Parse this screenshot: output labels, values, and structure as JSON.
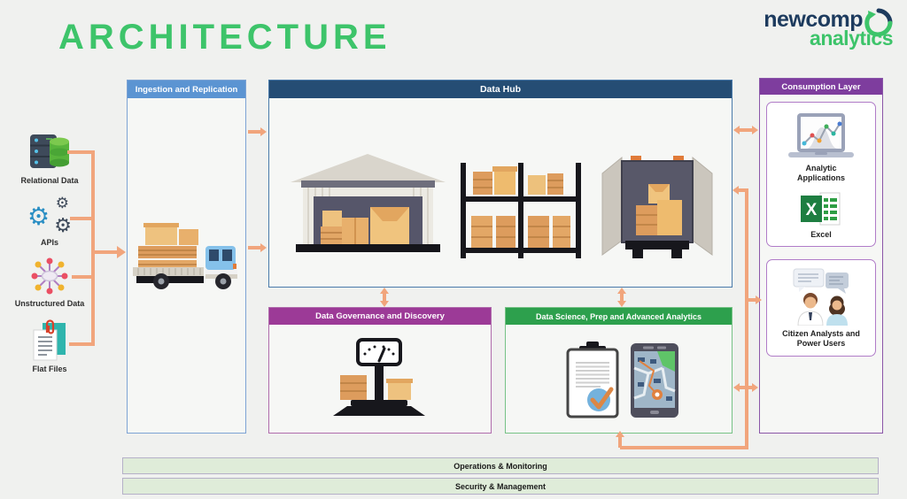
{
  "title": "ARCHITECTURE",
  "logo": {
    "line1": "newcomp",
    "line2": "analytics"
  },
  "sources": {
    "items": [
      {
        "label": "Relational Data",
        "icon": "database-server-icon"
      },
      {
        "label": "APIs",
        "icon": "gears-icon"
      },
      {
        "label": "Unstructured Data",
        "icon": "network-nodes-icon"
      },
      {
        "label": "Flat Files",
        "icon": "documents-paperclip-icon"
      }
    ]
  },
  "boxes": {
    "ingestion": {
      "header": "Ingestion and Replication",
      "header_color": "#5b94d2",
      "icon": "delivery-truck-icon"
    },
    "data_hub": {
      "header": "Data Hub",
      "header_color": "#254d74",
      "icons": [
        "warehouse-icon",
        "storage-shelves-icon",
        "open-truck-icon"
      ]
    },
    "governance": {
      "header": "Data Governance and Discovery",
      "header_color": "#9c3a97",
      "icon": "weighing-scale-icon"
    },
    "data_science": {
      "header": "Data Science, Prep and Advanced Analytics",
      "header_color": "#2da04d",
      "icons": [
        "clipboard-check-icon",
        "map-tablet-icon"
      ]
    },
    "consumption": {
      "header": "Consumption Layer",
      "header_color": "#7e3d9e",
      "groups": [
        {
          "items": [
            {
              "label": "Analytic Applications",
              "icon": "laptop-chart-icon"
            },
            {
              "label": "Excel",
              "icon": "excel-icon"
            }
          ]
        },
        {
          "items": [
            {
              "label": "Citizen Analysts and Power Users",
              "icon": "users-chat-icon"
            }
          ]
        }
      ]
    }
  },
  "bars": [
    {
      "label": "Operations & Monitoring"
    },
    {
      "label": "Security & Management"
    }
  ],
  "colors": {
    "accent_green": "#3dc46a",
    "navy": "#1d3b5e",
    "arrow_orange": "#f1a57c"
  }
}
